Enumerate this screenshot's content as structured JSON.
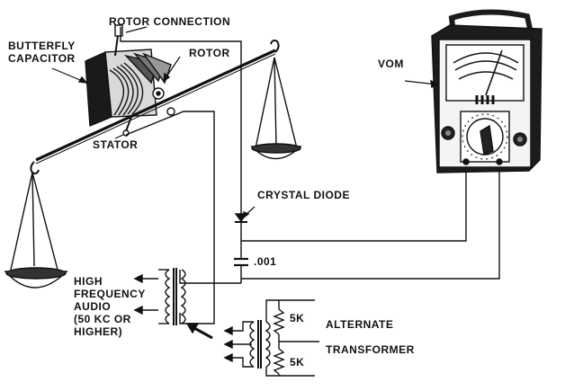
{
  "labels": {
    "rotor_connection": "ROTOR CONNECTION",
    "butterfly_1": "BUTTERFLY",
    "butterfly_2": "CAPACITOR",
    "rotor": "ROTOR",
    "stator": "STATOR",
    "vom": "VOM",
    "crystal_diode": "CRYSTAL DIODE",
    "cap_value": ".001",
    "hf_1": "HIGH",
    "hf_2": "FREQUENCY",
    "hf_3": "AUDIO",
    "hf_4": "(50 KC OR",
    "hf_5": "HIGHER)",
    "res_top": "5K",
    "res_bottom": "5K",
    "alternate": "ALTERNATE",
    "transformer": "TRANSFORMER"
  },
  "meter": {
    "face_color": "#f2f2f2",
    "case_color": "#1c1c1c",
    "icons": [
      "handle",
      "scale-arc",
      "needle",
      "knob",
      "selector-dial",
      "jack"
    ]
  },
  "colors": {
    "ink": "#111111",
    "paper": "#ffffff"
  }
}
